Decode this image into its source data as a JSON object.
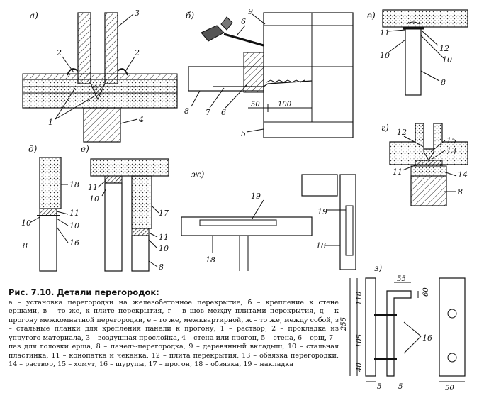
{
  "panels": {
    "a": "а)",
    "b": "б)",
    "v": "в)",
    "g": "г)",
    "d": "д)",
    "e": "е)",
    "zh": "ж)",
    "z": "з)"
  },
  "callouts": {
    "a": [
      "2",
      "2",
      "3",
      "1",
      "4"
    ],
    "b": [
      "6",
      "9",
      "8",
      "7",
      "6",
      "5"
    ],
    "v": [
      "11",
      "10",
      "12",
      "10",
      "8"
    ],
    "g": [
      "12",
      "15",
      "13",
      "11",
      "14",
      "8"
    ],
    "d": [
      "18",
      "11",
      "10",
      "10",
      "16",
      "8"
    ],
    "e": [
      "11",
      "10",
      "17",
      "11",
      "10",
      "8"
    ],
    "zh": [
      "19",
      "19",
      "18",
      "18"
    ],
    "z": [
      "16"
    ]
  },
  "dimensions": {
    "b": [
      "50",
      "100"
    ],
    "z": [
      "55",
      "60",
      "110",
      "255",
      "105",
      "40",
      "5",
      "5",
      "50"
    ]
  },
  "caption": {
    "title": "Рис. 7.10. Детали перегородок:",
    "body": "а – установка перегородки на железобетонное перекрытие, б – крепление к стене ершами, в – то же, к плите перекрытия, г – в шов между плитами перекрытия, д – к прогону межкомнатной перегородки, е – то же, межквартирной, ж – то же, между собой, з – стальные планки для крепления панели к прогону, 1 – раствор, 2 – прокладка из упругого материала, 3 – воздушная прослойка, 4 – стена или прогон, 5 – стена, 6 – ерщ, 7 – паз для головки ерща, 8 – панель-перегородка, 9 – деревянный вкладыш, 10 – стальная пластинка, 11 – конопатка и чеканка, 12 – плита перекрытия, 13 – обвязка перегородки, 14 – раствор, 15 – хомут, 16 – шурупы, 17 – прогон, 18 – обвязка, 19 – накладка"
  }
}
